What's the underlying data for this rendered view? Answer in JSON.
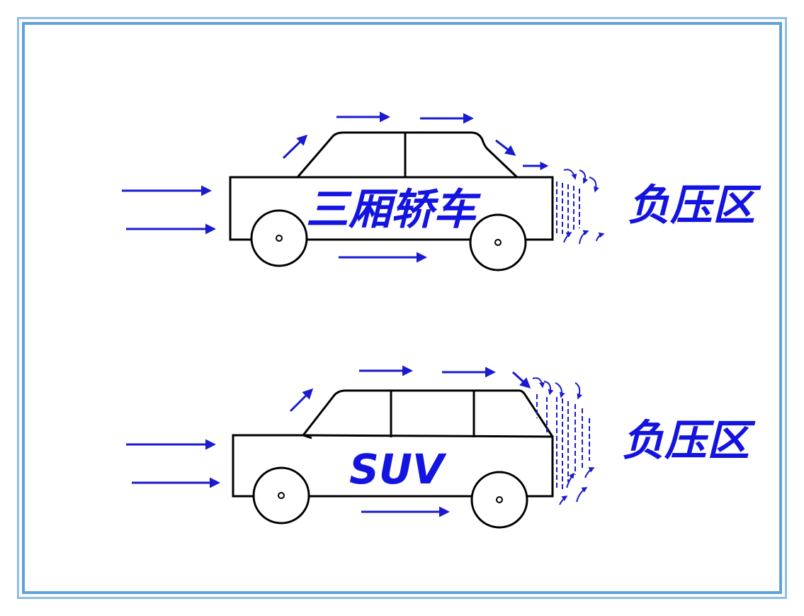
{
  "sedan": {
    "label": "三厢轿车",
    "zone_label": "负压区"
  },
  "suv": {
    "label": "SUV",
    "zone_label": "负压区"
  },
  "colors": {
    "arrow": "#1a1ad0",
    "text": "#1414e0",
    "frame": "#5fa3d6",
    "outline": "#000000"
  }
}
